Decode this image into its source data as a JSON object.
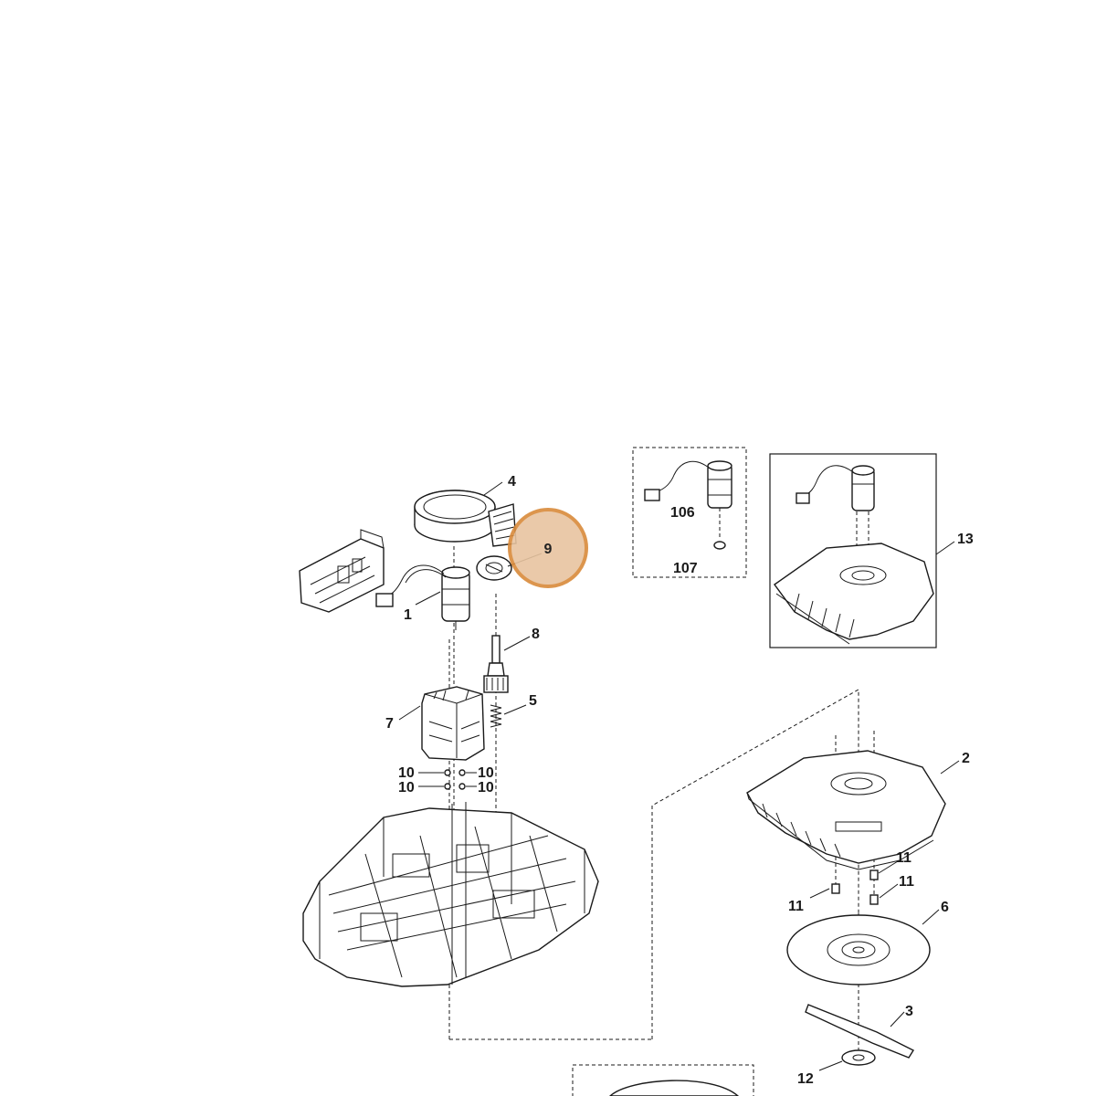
{
  "diagram": {
    "callouts": [
      {
        "id": "label-4",
        "text": "4"
      },
      {
        "id": "label-9",
        "text": "9"
      },
      {
        "id": "label-1",
        "text": "1"
      },
      {
        "id": "label-8",
        "text": "8"
      },
      {
        "id": "label-5",
        "text": "5"
      },
      {
        "id": "label-7",
        "text": "7"
      },
      {
        "id": "label-10a",
        "text": "10"
      },
      {
        "id": "label-10b",
        "text": "10"
      },
      {
        "id": "label-10c",
        "text": "10"
      },
      {
        "id": "label-10d",
        "text": "10"
      },
      {
        "id": "label-106",
        "text": "106"
      },
      {
        "id": "label-107",
        "text": "107"
      },
      {
        "id": "label-13",
        "text": "13"
      },
      {
        "id": "label-2",
        "text": "2"
      },
      {
        "id": "label-11a",
        "text": "11"
      },
      {
        "id": "label-11b",
        "text": "11"
      },
      {
        "id": "label-11c",
        "text": "11"
      },
      {
        "id": "label-6",
        "text": "6"
      },
      {
        "id": "label-3",
        "text": "3"
      },
      {
        "id": "label-12",
        "text": "12"
      }
    ],
    "highlight": {
      "text": "9",
      "fill": "#e8c4a0",
      "stroke": "#d98a3a"
    }
  }
}
